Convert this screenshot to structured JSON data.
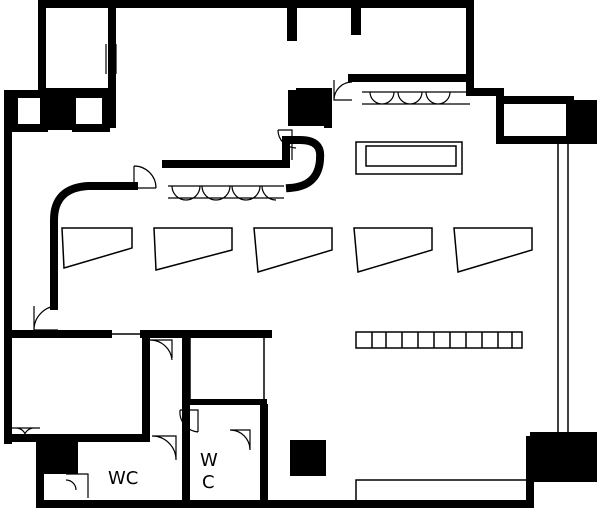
{
  "plan": {
    "rooms": {
      "wc_left": "WC",
      "wc_right_line1": "W",
      "wc_right_line2": "C"
    }
  },
  "colors": {
    "wall": "#000000",
    "line": "#000000",
    "background": "#ffffff"
  }
}
